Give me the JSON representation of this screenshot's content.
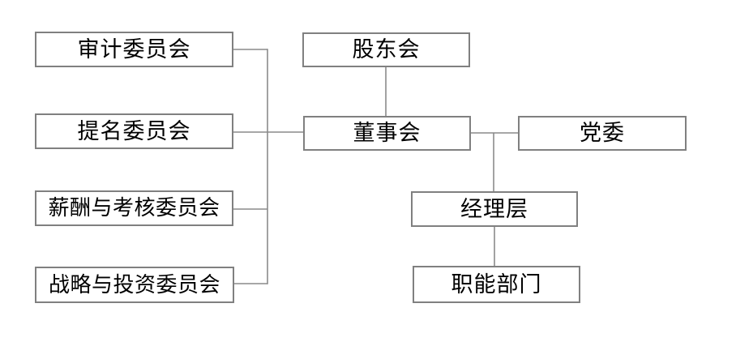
{
  "diagram": {
    "type": "org-chart",
    "background_color": "#ffffff",
    "box_border_color": "#808080",
    "line_color": "#8a8a8a",
    "text_color": "#000000",
    "nodes": {
      "audit": {
        "label": "审计委员会"
      },
      "nomination": {
        "label": "提名委员会"
      },
      "remuneration": {
        "label": "薪酬与考核委员会"
      },
      "strategy": {
        "label": "战略与投资委员会"
      },
      "shareholders": {
        "label": "股东会"
      },
      "board": {
        "label": "董事会"
      },
      "party": {
        "label": "党委"
      },
      "management": {
        "label": "经理层"
      },
      "departments": {
        "label": "职能部门"
      }
    },
    "edges": [
      {
        "from": "审计委员会",
        "to": "董事会"
      },
      {
        "from": "提名委员会",
        "to": "董事会"
      },
      {
        "from": "薪酬与考核委员会",
        "to": "董事会"
      },
      {
        "from": "战略与投资委员会",
        "to": "董事会"
      },
      {
        "from": "股东会",
        "to": "董事会"
      },
      {
        "from": "董事会",
        "to": "党委"
      },
      {
        "from": "董事会",
        "to": "经理层"
      },
      {
        "from": "经理层",
        "to": "职能部门"
      }
    ]
  }
}
